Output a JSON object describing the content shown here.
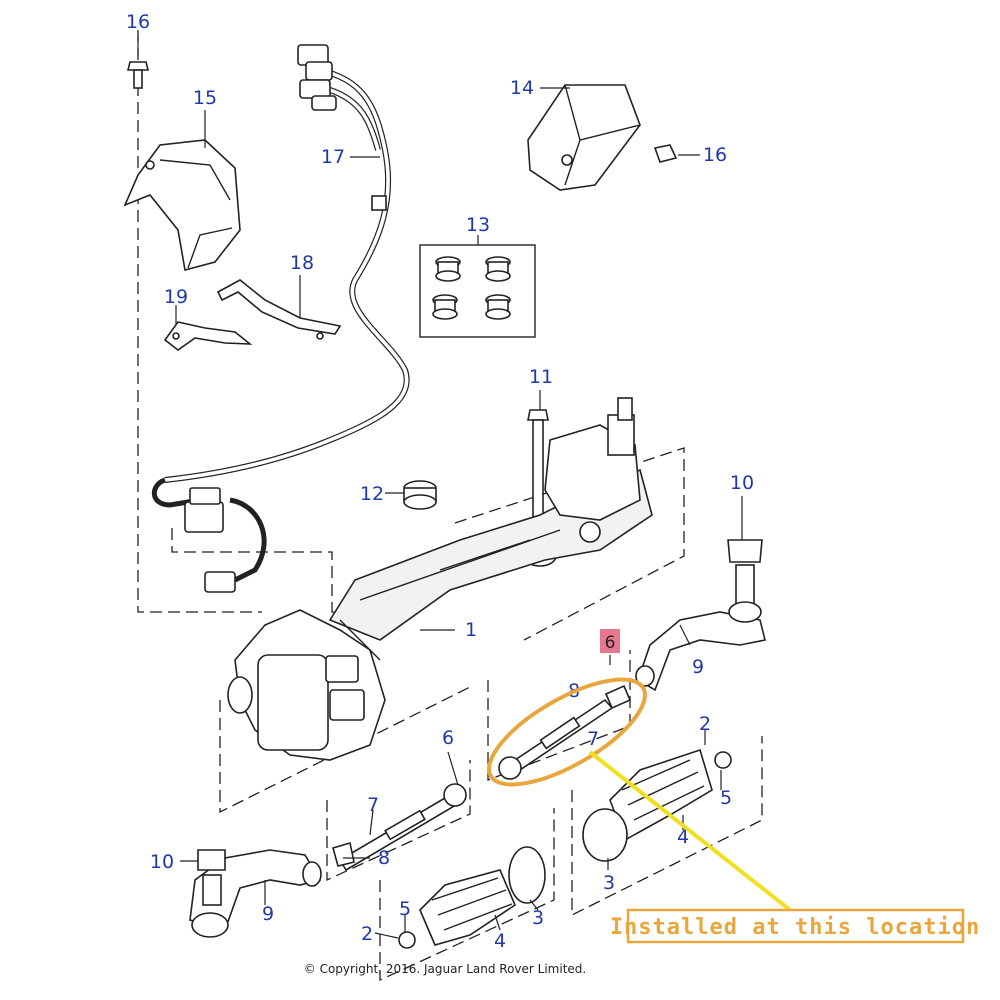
{
  "labels": [
    {
      "id": "l16a",
      "text": "16"
    },
    {
      "id": "l15",
      "text": "15"
    },
    {
      "id": "l17",
      "text": "17"
    },
    {
      "id": "l14",
      "text": "14"
    },
    {
      "id": "l16b",
      "text": "16"
    },
    {
      "id": "l13",
      "text": "13"
    },
    {
      "id": "l18",
      "text": "18"
    },
    {
      "id": "l19",
      "text": "19"
    },
    {
      "id": "l11",
      "text": "11"
    },
    {
      "id": "l12",
      "text": "12"
    },
    {
      "id": "l10a",
      "text": "10"
    },
    {
      "id": "l1",
      "text": "1"
    },
    {
      "id": "l9a",
      "text": "9"
    },
    {
      "id": "l8a",
      "text": "8"
    },
    {
      "id": "l7a",
      "text": "7"
    },
    {
      "id": "l2a",
      "text": "2"
    },
    {
      "id": "l5a",
      "text": "5"
    },
    {
      "id": "l4a",
      "text": "4"
    },
    {
      "id": "l3a",
      "text": "3"
    },
    {
      "id": "l6b",
      "text": "6"
    },
    {
      "id": "l7b",
      "text": "7"
    },
    {
      "id": "l8b",
      "text": "8"
    },
    {
      "id": "l10b",
      "text": "10"
    },
    {
      "id": "l9b",
      "text": "9"
    },
    {
      "id": "l5b",
      "text": "5"
    },
    {
      "id": "l3b",
      "text": "3"
    },
    {
      "id": "l4b",
      "text": "4"
    },
    {
      "id": "l2b",
      "text": "2"
    }
  ],
  "highlight": {
    "badge": "6"
  },
  "callout": {
    "text": "Installed at this location",
    "color": "#e8a63c",
    "arrow_color": "#f0e020"
  },
  "copyright": "© Copyright, 2016. Jaguar Land Rover Limited.",
  "colors": {
    "label": "#1f3aa8",
    "badge_fill": "#e0607a",
    "ellipse": "#e8a63c"
  }
}
